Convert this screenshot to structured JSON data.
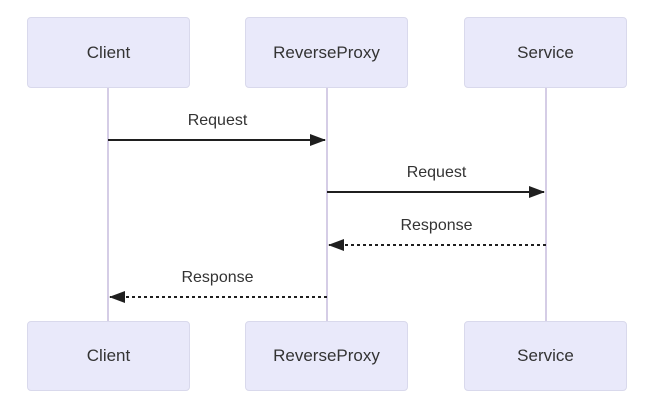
{
  "diagram": {
    "type": "sequence-diagram",
    "actors": [
      {
        "name": "Client"
      },
      {
        "name": "ReverseProxy"
      },
      {
        "name": "Service"
      }
    ],
    "messages": [
      {
        "label": "Request",
        "from": "Client",
        "to": "ReverseProxy",
        "line": "solid"
      },
      {
        "label": "Request",
        "from": "ReverseProxy",
        "to": "Service",
        "line": "solid"
      },
      {
        "label": "Response",
        "from": "Service",
        "to": "ReverseProxy",
        "line": "dashed"
      },
      {
        "label": "Response",
        "from": "ReverseProxy",
        "to": "Client",
        "line": "dashed"
      }
    ],
    "colors": {
      "background": "#ffffff",
      "actor_fill": "#e9e9fa",
      "actor_border": "#d9d9ec",
      "lifeline": "#d5cde6",
      "arrow": "#1f1f1f",
      "text": "#333333"
    }
  }
}
